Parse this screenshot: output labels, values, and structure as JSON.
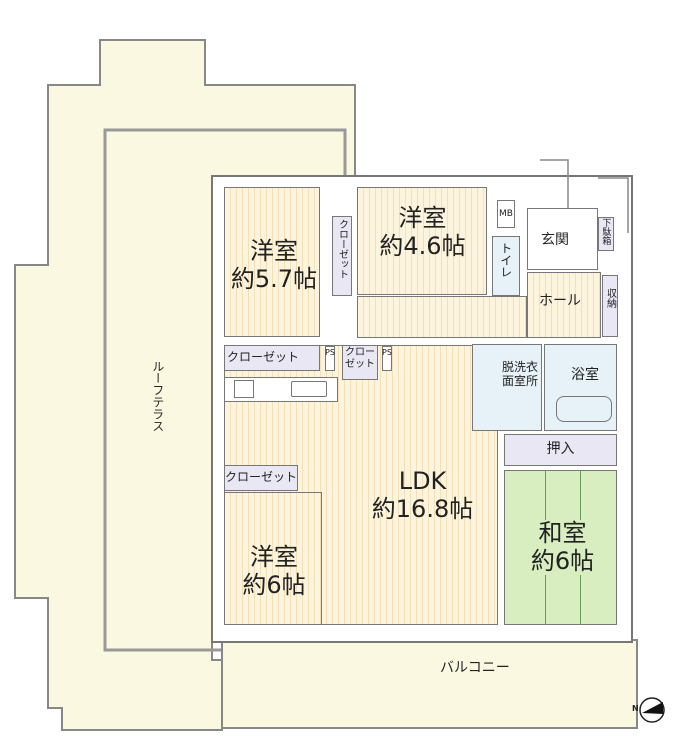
{
  "rooms": {
    "roof_terrace": "ルーフテラス",
    "western_a": {
      "name": "洋室",
      "size": "約5.7帖"
    },
    "western_b": {
      "name": "洋室",
      "size": "約4.6帖"
    },
    "western_c": {
      "name": "洋室",
      "size": "約6帖"
    },
    "ldk": {
      "name": "LDK",
      "size": "約16.8帖"
    },
    "washitsu": {
      "name": "和室",
      "size": "約6帖"
    },
    "closet_vertical": "クローゼット",
    "closet_row": "クローゼット",
    "closet_small": "クローゼット",
    "closet_ldk": "クローゼット",
    "ps1": "PS",
    "ps2": "PS",
    "mb": "MB",
    "toilet": "トイレ",
    "genkan": "玄関",
    "shoe_box": "下駄箱",
    "hall": "ホール",
    "storage": "収納",
    "washroom": "脱洗衣面室所",
    "bathroom": "浴室",
    "oshiire": "押入",
    "balcony": "バルコニー"
  },
  "compass": {
    "label": "N"
  },
  "colors": {
    "terrace": "#fbf8e1",
    "stripe": "#f3dfb8",
    "closet": "#e9e7f4",
    "wet": "#e6f1f8",
    "tatami": "#d8eec0"
  }
}
